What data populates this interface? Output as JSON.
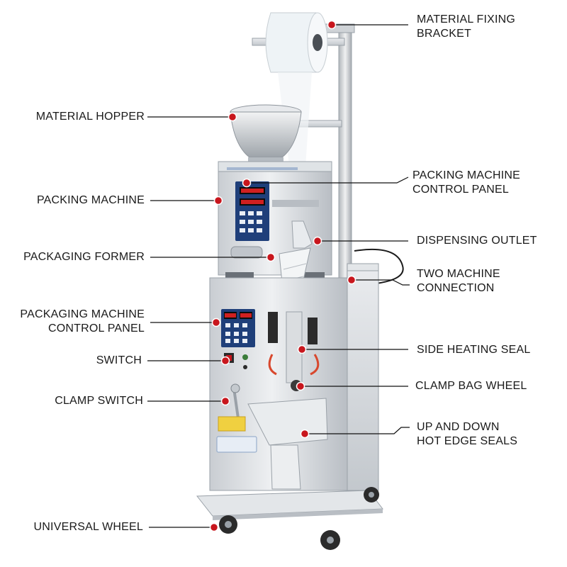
{
  "colors": {
    "marker": "#c8161d",
    "leader": "#111111",
    "steel": "#d6dadf",
    "steel_dark": "#9aa1a8"
  },
  "labels": {
    "material_fixing_bracket": [
      "MATERIAL FIXING",
      "BRACKET"
    ],
    "material_hopper": [
      "MATERIAL HOPPER"
    ],
    "packing_machine_control_panel": [
      "PACKING MACHINE",
      "CONTROL PANEL"
    ],
    "packing_machine": [
      "PACKING MACHINE"
    ],
    "dispensing_outlet": [
      "DISPENSING OUTLET"
    ],
    "packaging_former": [
      "PACKAGING FORMER"
    ],
    "two_machine_connection": [
      "TWO MACHINE",
      "CONNECTION"
    ],
    "packaging_machine_control_panel": [
      "PACKAGING MACHINE",
      "CONTROL PANEL"
    ],
    "side_heating_seal": [
      "SIDE HEATING SEAL"
    ],
    "switch": [
      "SWITCH"
    ],
    "clamp_bag_wheel": [
      "CLAMP BAG WHEEL"
    ],
    "clamp_switch": [
      "CLAMP SWITCH"
    ],
    "up_and_down_hot_edge_seals": [
      "UP AND DOWN",
      "HOT EDGE SEALS"
    ],
    "universal_wheel": [
      "UNIVERSAL WHEEL"
    ]
  }
}
